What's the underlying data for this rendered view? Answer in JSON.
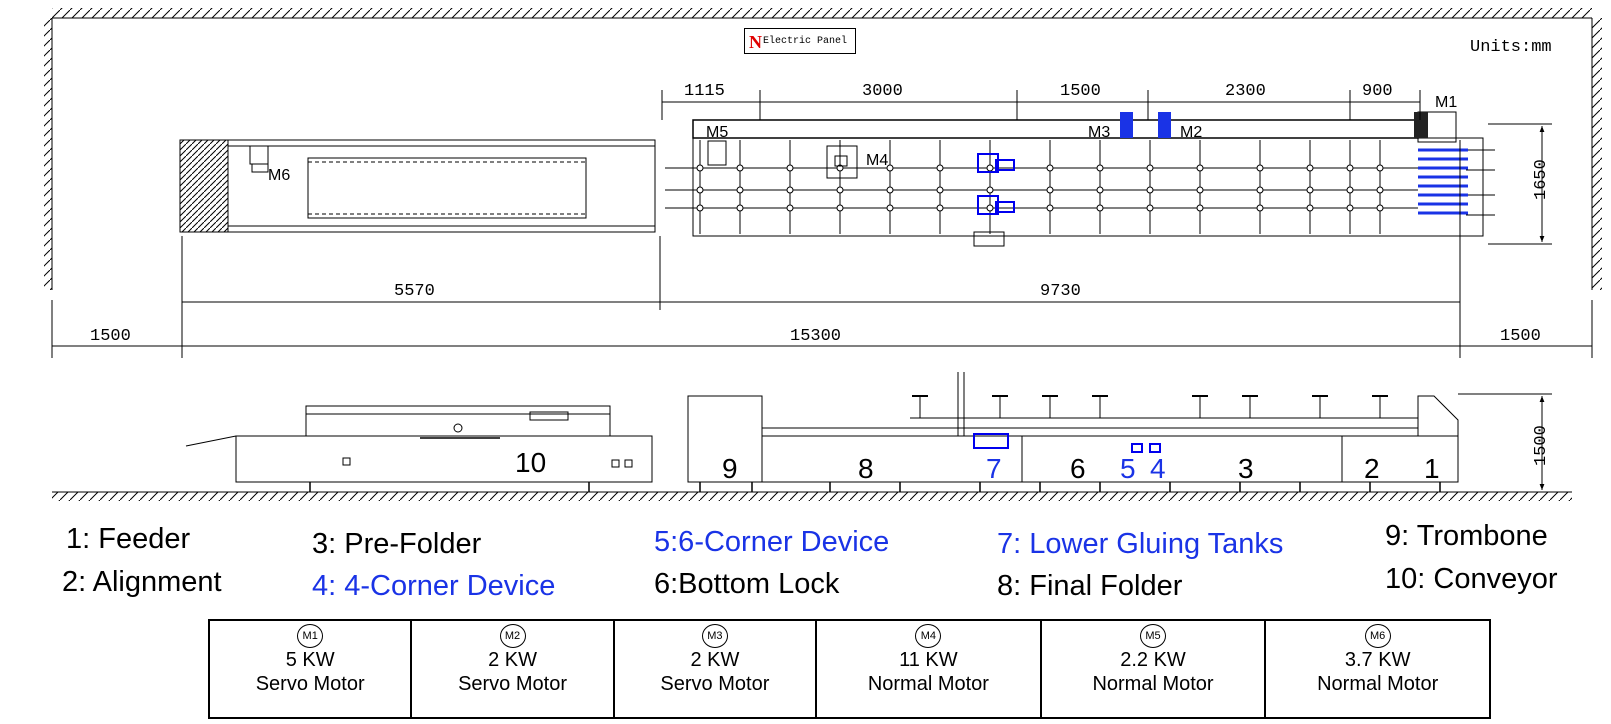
{
  "electric_panel": {
    "logo": "N",
    "label": "Electric Panel"
  },
  "units": "Units:mm",
  "top_dims": [
    "1115",
    "3000",
    "1500",
    "2300",
    "900"
  ],
  "mid_dims": [
    "5570",
    "9730"
  ],
  "bottom_dims": [
    "1500",
    "15300",
    "1500"
  ],
  "height_top": "1650",
  "height_side": "1500",
  "motor_tags": {
    "m1": "M1",
    "m2": "M2",
    "m3": "M3",
    "m4": "M4",
    "m5": "M5",
    "m6": "M6"
  },
  "side_numbers": [
    "10",
    "9",
    "8",
    "7",
    "6",
    "5",
    "4",
    "3",
    "2",
    "1"
  ],
  "legend": [
    {
      "text": "1:  Feeder"
    },
    {
      "text": "2: Alignment"
    },
    {
      "text": "3: Pre-Folder"
    },
    {
      "text": "4: 4-Corner Device"
    },
    {
      "text": "5:6-Corner Device"
    },
    {
      "text": "6:Bottom Lock"
    },
    {
      "text": "7: Lower Gluing Tanks"
    },
    {
      "text": "8: Final Folder"
    },
    {
      "text": "9: Trombone"
    },
    {
      "text": "10: Conveyor"
    }
  ],
  "motors": [
    {
      "tag": "M1",
      "power": "5 KW",
      "type": "Servo Motor"
    },
    {
      "tag": "M2",
      "power": "2 KW",
      "type": "Servo Motor"
    },
    {
      "tag": "M3",
      "power": "2 KW",
      "type": "Servo Motor"
    },
    {
      "tag": "M4",
      "power": "11 KW",
      "type": "Normal Motor"
    },
    {
      "tag": "M5",
      "power": "2.2 KW",
      "type": "Normal Motor"
    },
    {
      "tag": "M6",
      "power": "3.7 KW",
      "type": "Normal Motor"
    }
  ],
  "colors": {
    "accent_blue": "#1a33e6",
    "logo_red": "#e00000"
  }
}
